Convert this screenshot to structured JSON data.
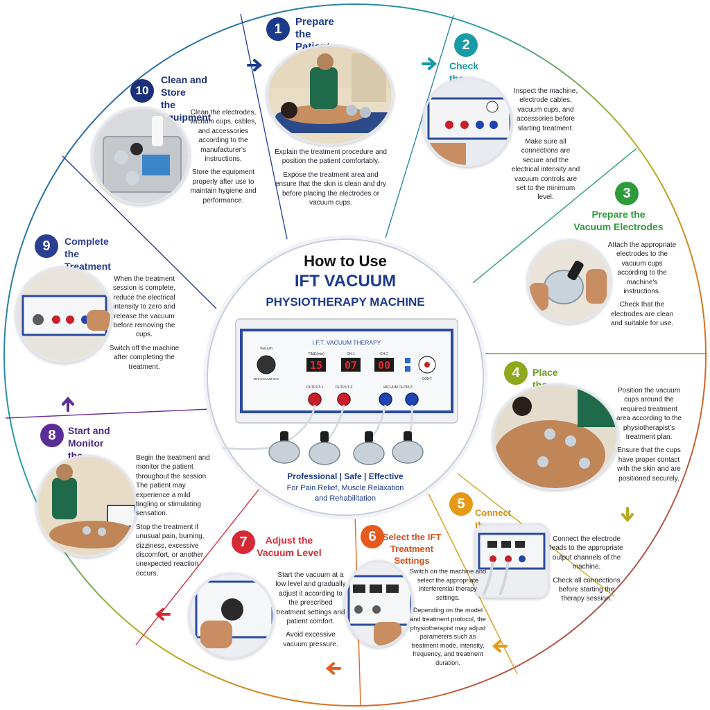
{
  "center": {
    "title_line1": "How to Use",
    "title_line2": "IFT VACUUM",
    "title_line3": "PHYSIOTHERAPY MACHINE",
    "tagline": "Professional | Safe | Effective",
    "subline1": "For Pain Relief, Muscle Relaxation",
    "subline2": "and Rehabilitation",
    "machine": {
      "panel_title": "I.F.T. VACUUM THERAPY",
      "knob_label_top": "Vacuum",
      "knob_label_bottom": "MIN  VACUUM  MAX",
      "displays": [
        {
          "label": "TIME(min)",
          "value": "15"
        },
        {
          "label": "CH-1",
          "value": "07"
        },
        {
          "label": "CH-2",
          "value": "00"
        }
      ],
      "output1": "OUTPUT-1",
      "output2": "OUTPUT-2",
      "vacuum_output": "VACUUM  OUTPUT",
      "cont_label": "CONT."
    }
  },
  "steps": [
    {
      "num": "1",
      "title": [
        "Prepare",
        "the Patient"
      ],
      "paragraphs": [
        "Explain the treatment procedure and position the patient comfortably.",
        "Expose the treatment area and ensure that the skin is clean and dry before placing the electrodes or vacuum cups."
      ]
    },
    {
      "num": "2",
      "title": [
        "Check the Machine"
      ],
      "paragraphs": [
        "Inspect the machine, electrode cables, vacuum cups, and accessories before starting treatment.",
        "Make sure all connections are secure and the electrical intensity and vacuum controls are set to the minimum level."
      ]
    },
    {
      "num": "3",
      "title": [
        "Prepare the",
        "Vacuum Electrodes"
      ],
      "paragraphs": [
        "Attach the appropriate electrodes to the vacuum cups according to the machine's instructions.",
        "Check that the electrodes are clean and suitable for use."
      ]
    },
    {
      "num": "4",
      "title": [
        "Place the Vacuum Cups"
      ],
      "paragraphs": [
        "Position the vacuum cups around the required treatment area according to the physiotherapist's treatment plan.",
        "Ensure that the cups have proper contact with the skin and are positioned securely."
      ]
    },
    {
      "num": "5",
      "title": [
        "Connect the Electrodes"
      ],
      "paragraphs": [
        "Connect the electrode leads to the appropriate output channels of the machine.",
        "Check all connections before starting the therapy session."
      ]
    },
    {
      "num": "6",
      "title": [
        "Select the IFT",
        "Treatment Settings"
      ],
      "paragraphs": [
        "Switch on the machine and select the appropriate interferential therapy settings.",
        "Depending on the model and treatment protocol, the physiotherapist may adjust parameters such as treatment mode, intensity, frequency, and treatment duration."
      ]
    },
    {
      "num": "7",
      "title": [
        "Adjust the",
        "Vacuum Level"
      ],
      "paragraphs": [
        "Start the vacuum at a low level and gradually adjust it according to the prescribed treatment settings and patient comfort.",
        "Avoid excessive vacuum pressure."
      ]
    },
    {
      "num": "8",
      "title": [
        "Start and Monitor",
        "the Treatment"
      ],
      "paragraphs": [
        "Begin the treatment and monitor the patient throughout the session. The patient may experience a mild tingling or stimulating sensation.",
        "Stop the treatment if unusual pain, burning, dizziness, excessive discomfort, or another unexpected reaction occurs."
      ]
    },
    {
      "num": "9",
      "title": [
        "Complete",
        "the Treatment"
      ],
      "paragraphs": [
        "When the treatment session is complete, reduce the electrical intensity to zero and release the vacuum before removing the cups.",
        "Switch off the machine after completing the treatment."
      ]
    },
    {
      "num": "10",
      "title": [
        "Clean and Store",
        "the Equipment"
      ],
      "paragraphs": [
        "Clean the electrodes, vacuum cups, cables, and accessories according to the manufacturer's instructions.",
        "Store the equipment properly after use to maintain hygiene and performance."
      ]
    }
  ],
  "colors": {
    "navy": "#1b3a8c",
    "teal": "#1a9aa6",
    "green": "#2f9a3c",
    "yellow_green": "#8fa81c",
    "orange": "#e49a16",
    "orange_red": "#e65a1e",
    "red": "#d42a36",
    "purple": "#5b2d96",
    "indigo": "#2a3e92"
  }
}
